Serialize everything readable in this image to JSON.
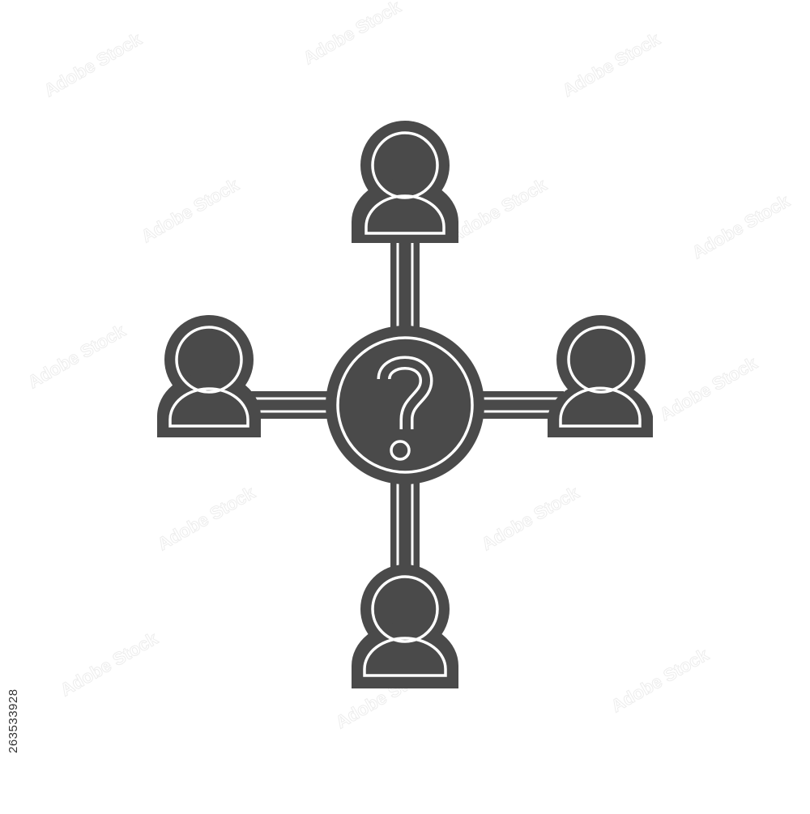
{
  "image": {
    "stock_id": "263533928",
    "watermark_word": "Adobe Stock",
    "colors": {
      "background": "#ffffff",
      "icon_fill": "#4a4a4a",
      "outline": "#ffffff",
      "watermark": "#ededed"
    },
    "icon": {
      "name": "network-question-icon",
      "center_symbol": "?",
      "nodes": [
        "top",
        "left",
        "right",
        "bottom"
      ]
    }
  }
}
